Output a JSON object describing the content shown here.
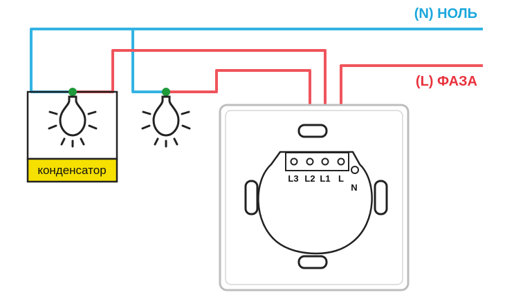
{
  "labels": {
    "neutral": "(N) НОЛЬ",
    "phase": "(L) ФАЗА",
    "capacitor": "конденсатор"
  },
  "terminals": [
    "L3",
    "L2",
    "L1",
    "L",
    "N"
  ],
  "colors": {
    "neutral_wire": "#33b3e3",
    "phase_wire": "#f0545c",
    "capacitor_fill": "#f5e000",
    "bulb_cap": "#1e9a3a",
    "outline": "#222222"
  }
}
